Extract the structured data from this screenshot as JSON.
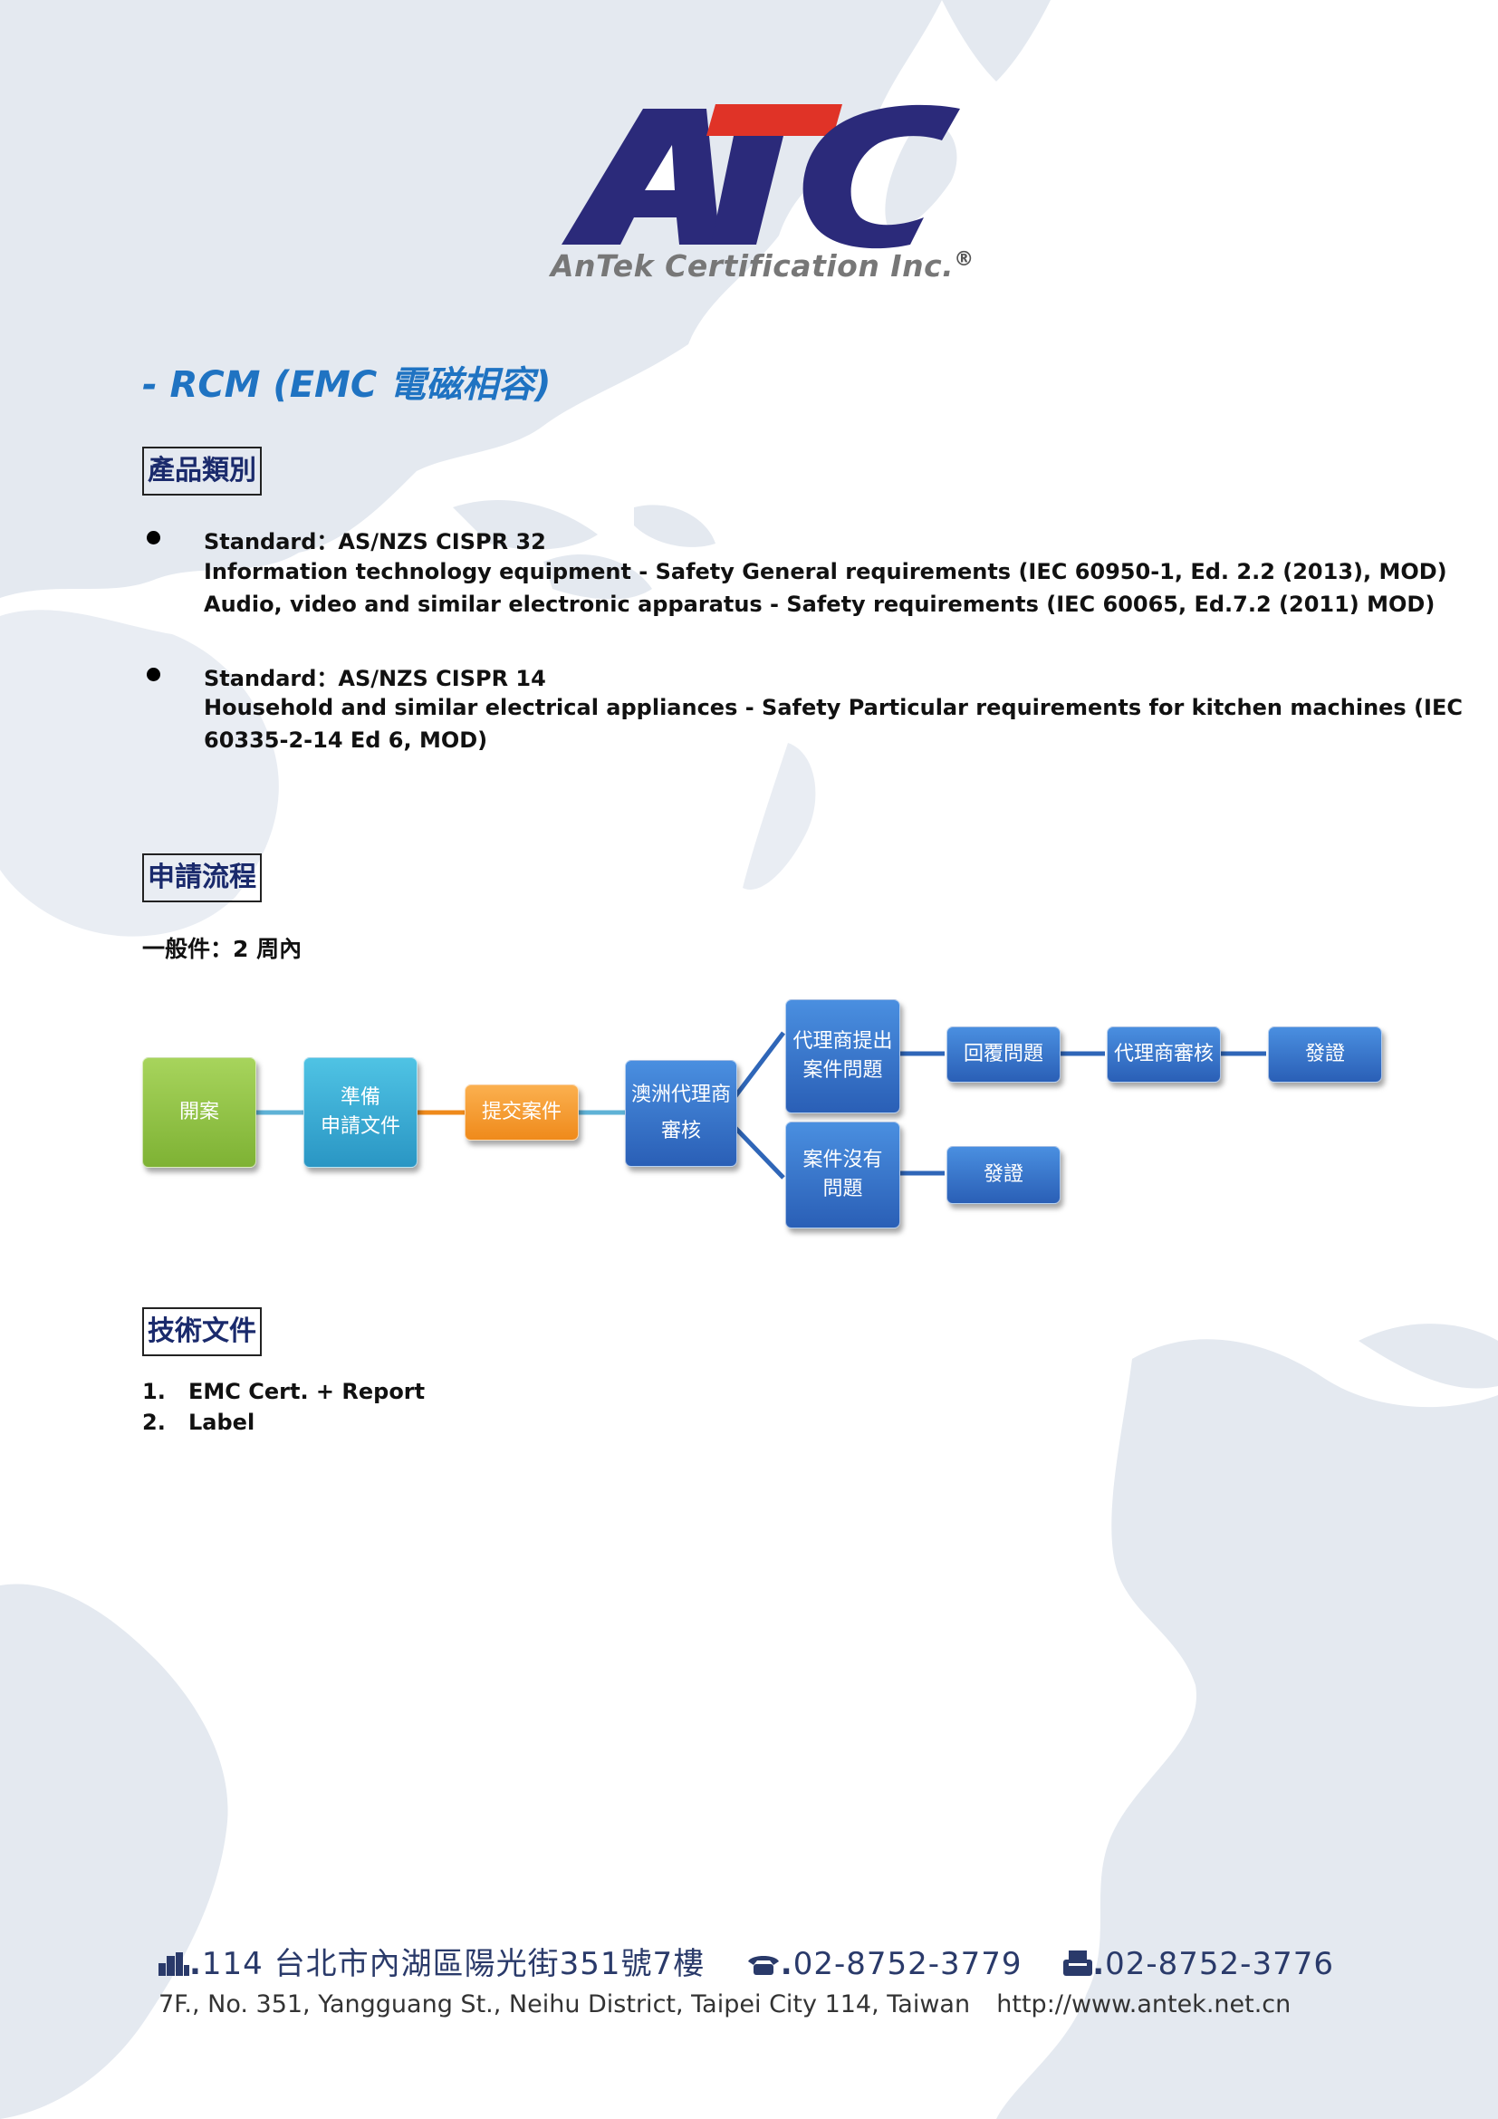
{
  "logo": {
    "letters": "ATC",
    "subtitle": "AnTek Certification Inc.",
    "registered": "®"
  },
  "title": "- RCM (EMC 電磁相容)",
  "sections": {
    "product": "產品類別",
    "process": "申請流程",
    "docs": "技術文件"
  },
  "standards": [
    {
      "label": "Standard：AS/NZS CISPR 32",
      "lines": [
        "Information technology equipment - Safety General requirements (IEC 60950-1, Ed. 2.2 (2013), MOD)",
        "Audio, video and similar electronic apparatus - Safety requirements (IEC 60065, Ed.7.2 (2011) MOD)"
      ]
    },
    {
      "label": "Standard：AS/NZS CISPR 14",
      "lines": [
        "Household and similar electrical appliances - Safety Particular requirements for kitchen machines (IEC",
        "60335-2-14 Ed 6, MOD)"
      ]
    }
  ],
  "timeline": "一般件：2 周內",
  "flow": {
    "open": "開案",
    "prepare_1": "準備",
    "prepare_2": "申請文件",
    "submit": "提交案件",
    "review_1": "澳洲代理商",
    "review_2": "審核",
    "issue_1": "代理商提出",
    "issue_2": "案件問題",
    "reply": "回覆問題",
    "agent_review": "代理商審核",
    "cert_top": "發證",
    "noissue_1": "案件沒有",
    "noissue_2": "問題",
    "cert_bottom": "發證"
  },
  "docs_list": [
    {
      "num": "1.",
      "text": "EMC Cert. + Report"
    },
    {
      "num": "2.",
      "text": "Label"
    }
  ],
  "footer": {
    "address_cn": "114 台北市內湖區陽光街351號7樓",
    "phone": "02-8752-3779",
    "fax": "02-8752-3776",
    "address_en": "7F., No. 351, Yangguang St., Neihu District, Taipei City 114, Taiwan",
    "url": "http://www.antek.net.cn"
  },
  "colors": {
    "logo_navy": "#2b2a7a",
    "logo_red": "#e03327",
    "title_blue": "#1f73c2"
  }
}
